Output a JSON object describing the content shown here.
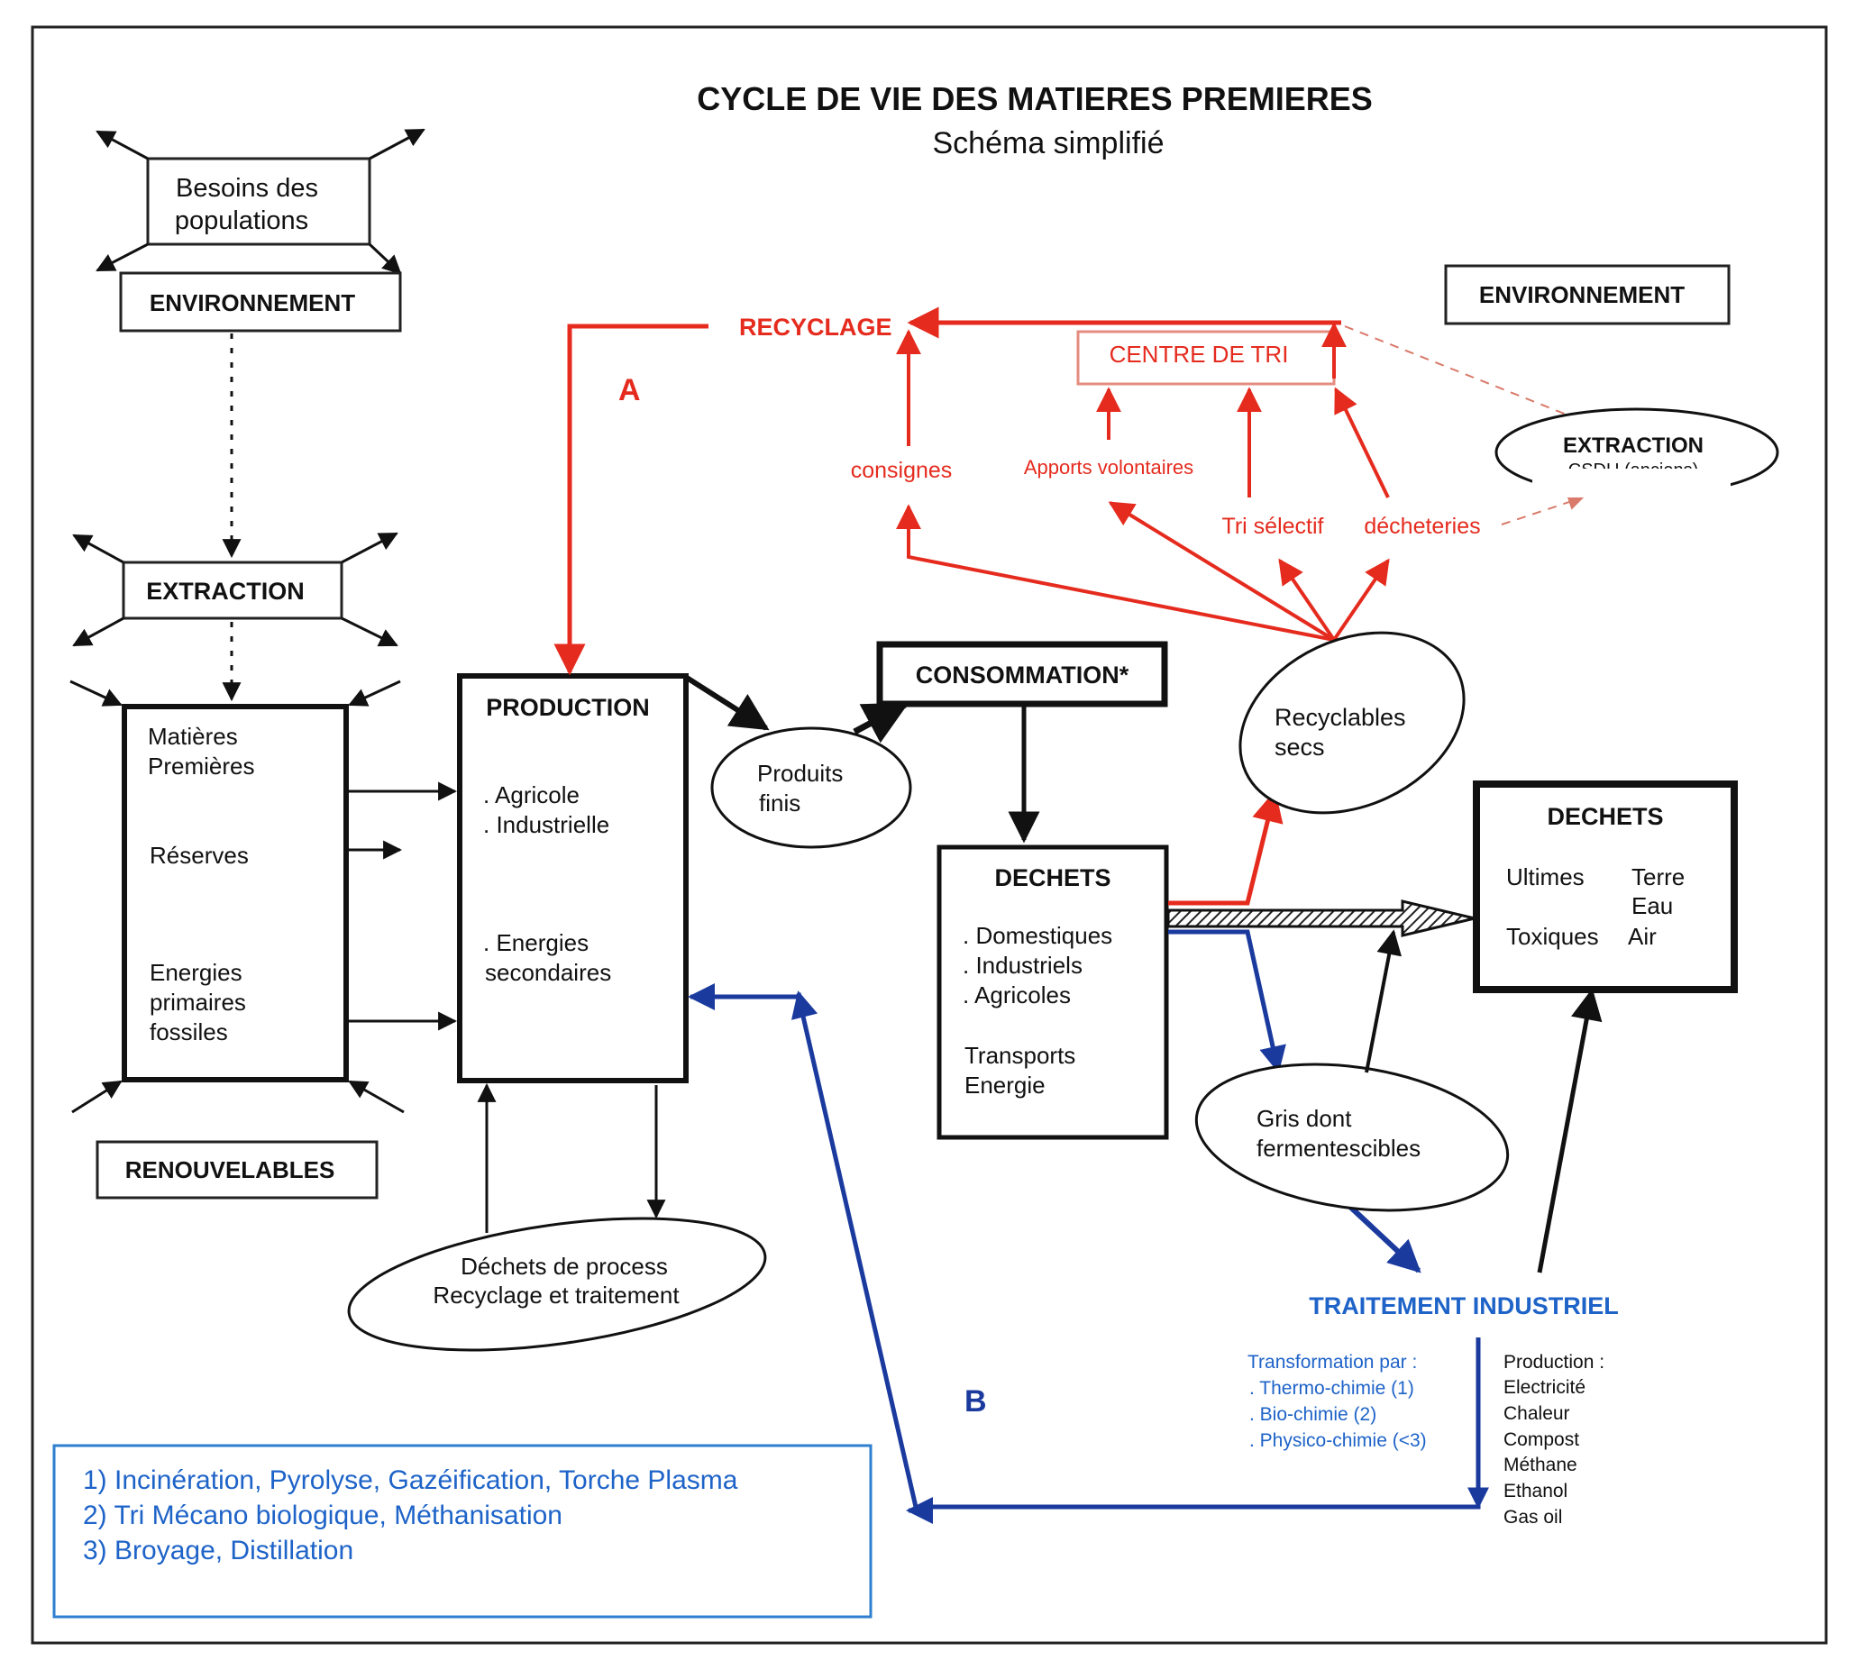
{
  "title": "CYCLE DE VIE DES MATIERES PREMIERES",
  "subtitle": "Schéma simplifié",
  "colors": {
    "red": "#e52b1e",
    "blue": "#1a3a9e",
    "blue_text": "#1e63c8",
    "black": "#111111"
  },
  "nodes": {
    "besoins_line1": "Besoins des",
    "besoins_line2": "populations",
    "env_left": "ENVIRONNEMENT",
    "env_right": "ENVIRONNEMENT",
    "extraction": "EXTRACTION",
    "renouvelables": "RENOUVELABLES",
    "matieres": {
      "line1": "Matières",
      "line2": "Premières",
      "reserves": "Réserves",
      "energies1": "Energies",
      "energies2": "primaires",
      "energies3": "fossiles"
    },
    "production": {
      "title": "PRODUCTION",
      "item1": ". Agricole",
      "item2": ". Industrielle",
      "item3": ". Energies",
      "item4": "secondaires"
    },
    "consommation": "CONSOMMATION*",
    "produits_finis1": "Produits",
    "produits_finis2": "finis",
    "dechets_process1": "Déchets de process",
    "dechets_process2": "Recyclage et traitement",
    "dechets_mid": {
      "title": "DECHETS",
      "item1": ". Domestiques",
      "item2": ". Industriels",
      "item3": ". Agricoles",
      "item4": "Transports",
      "item5": "Energie"
    },
    "dechets_right": {
      "title": "DECHETS",
      "ultimes": "Ultimes",
      "toxiques": "Toxiques",
      "terre": "Terre",
      "eau": "Eau",
      "air": "Air"
    },
    "recyclables1": "Recyclables",
    "recyclables2": "secs",
    "gris1": "Gris dont",
    "gris2": "fermentescibles",
    "extraction_csdu1": "EXTRACTION",
    "extraction_csdu2": "CSDU (anciens)"
  },
  "red_labels": {
    "recyclage": "RECYCLAGE",
    "centre_tri": "CENTRE DE TRI",
    "a": "A",
    "consignes": "consignes",
    "apports": "Apports volontaires",
    "tri_selectif": "Tri sélectif",
    "decheteries": "décheteries"
  },
  "treatment": {
    "title": "TRAITEMENT INDUSTRIEL",
    "b": "B",
    "transformation": [
      "Transformation par :",
      ". Thermo-chimie (1)",
      ". Bio-chimie (2)",
      ". Physico-chimie (<3)"
    ],
    "production": [
      "Production :",
      "Electricité",
      "Chaleur",
      "Compost",
      "Méthane",
      "Ethanol",
      "Gas oil"
    ]
  },
  "legend": [
    "1) Incinération, Pyrolyse, Gazéification, Torche Plasma",
    "2) Tri Mécano biologique, Méthanisation",
    "3) Broyage, Distillation"
  ]
}
